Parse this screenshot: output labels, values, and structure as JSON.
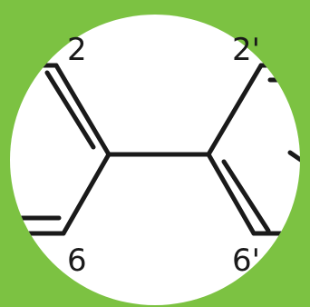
{
  "colors": {
    "background": "#7cc242",
    "circle": "#ffffff",
    "ink": "#1a1a1a"
  },
  "labels": {
    "pos2": "2",
    "pos6": "6",
    "pos2_prime": "2'",
    "pos6_prime": "6'"
  }
}
